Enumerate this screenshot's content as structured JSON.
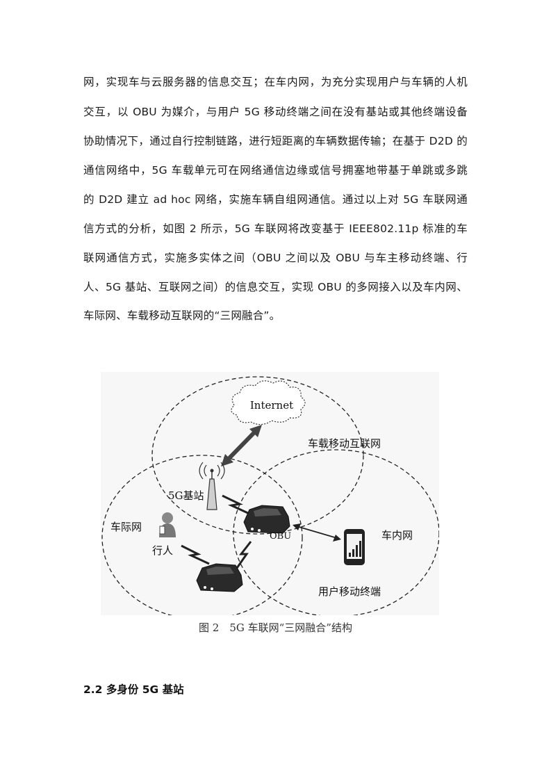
{
  "body": {
    "lines": [
      "网，实现车与云服务器的信息交互；在车内网，为充分实现用户与车辆的人机",
      "交互，以 OBU 为媒介，与用户 5G 移动终端之间在没有基站或其他终端设备",
      "协助情况下，通过自行控制链路，进行短距离的车辆数据传输；在基于 D2D 的",
      "通信网络中，5G 车载单元可在网络通信边缘或信号拥塞地带基于单跳或多跳",
      "的 D2D 建立 ad hoc 网络，实施车辆自组网通信。通过以上对 5G 车联网通",
      "信方式的分析，如图 2 所示，5G 车联网将改变基于 IEEE802.11p 标准的车",
      "联网通信方式，实施多实体之间（OBU 之间以及 OBU 与车主移动终端、行",
      "人、5G 基站、互联网之间）的信息交互，实现 OBU 的多网接入以及车内网、",
      "车际网、车载移动互联网的“三网融合”。"
    ]
  },
  "figure": {
    "labels": {
      "internet": "Internet",
      "mobile_internet": "车载移动互联网",
      "base_station": "5G基站",
      "inter_vehicle": "车际网",
      "pedestrian": "行人",
      "obu": "OBU",
      "intra_vehicle": "车内网",
      "user_terminal": "用户移动终端"
    },
    "caption": "图 2　5G 车联网“三网融合”结构"
  },
  "section": {
    "heading": "2.2 多身份 5G 基站"
  }
}
